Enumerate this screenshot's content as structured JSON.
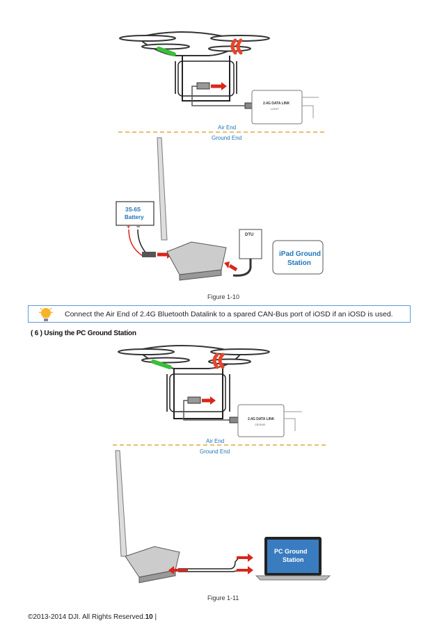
{
  "figure1": {
    "air_end": "Air End",
    "ground_end": "Ground End",
    "datalink_label": "2.4G DATA LINK",
    "datalink_sub": "LIGHT",
    "battery_line1": "3S-6S",
    "battery_line2": "Battery",
    "battery_plus": "+",
    "battery_minus": "−",
    "dtu_label": "DTU",
    "ipad_line1": "iPad Ground",
    "ipad_line2": "Station",
    "caption": "Figure 1-10"
  },
  "tip": {
    "text": "Connect the Air End of 2.4G Bluetooth Datalink to a spared CAN-Bus port of iOSD if an iOSD is used."
  },
  "section": {
    "heading": "( 6 ) Using the PC Ground Station"
  },
  "figure2": {
    "air_end": "Air End",
    "ground_end": "Ground End",
    "datalink_label": "2.4G DATA LINK",
    "datalink_sub": "CE/SUB",
    "pc_line1": "PC Ground",
    "pc_line2": "Station",
    "caption": "Figure 1-11"
  },
  "footer": {
    "copyright": "©2013-2014 DJI. All Rights Reserved.",
    "page": "10",
    "separator": " |"
  }
}
